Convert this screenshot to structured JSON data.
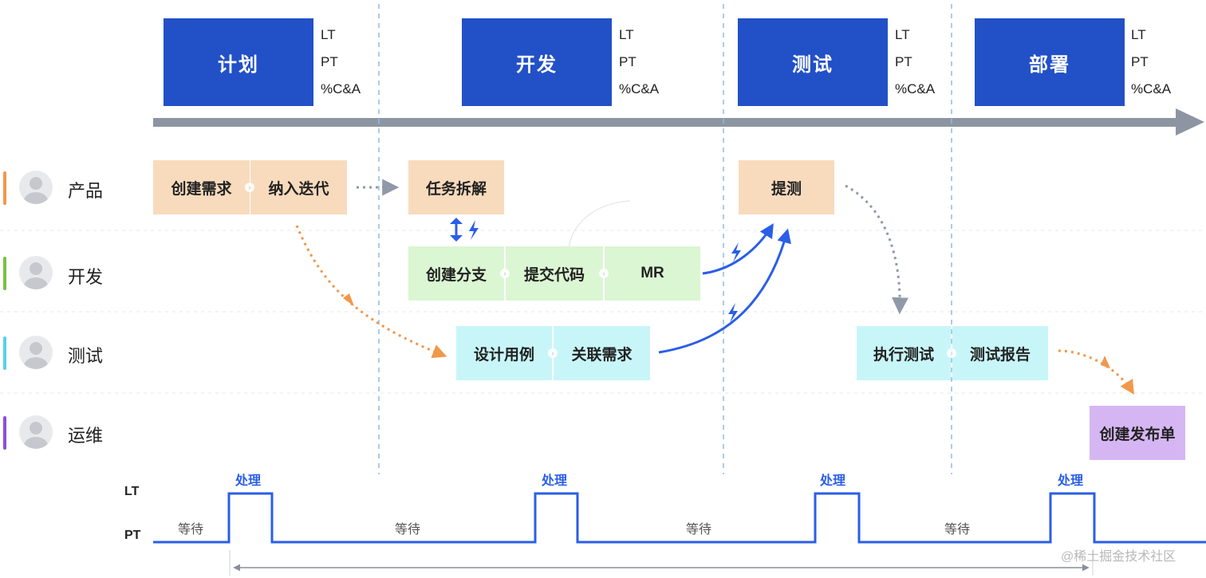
{
  "phases": [
    {
      "label": "计划",
      "metrics": [
        "LT",
        "PT",
        "%C&A"
      ]
    },
    {
      "label": "开发",
      "metrics": [
        "LT",
        "PT",
        "%C&A"
      ]
    },
    {
      "label": "测试",
      "metrics": [
        "LT",
        "PT",
        "%C&A"
      ]
    },
    {
      "label": "部署",
      "metrics": [
        "LT",
        "PT",
        "%C&A"
      ]
    }
  ],
  "roles": [
    {
      "label": "产品",
      "color": "#f0984a"
    },
    {
      "label": "开发",
      "color": "#7ac143"
    },
    {
      "label": "测试",
      "color": "#5bd0e6"
    },
    {
      "label": "运维",
      "color": "#8a4fe0"
    }
  ],
  "tasks": {
    "product": [
      "创建需求",
      "纳入迭代",
      "任务拆解",
      "提测"
    ],
    "dev": [
      "创建分支",
      "提交代码",
      "MR"
    ],
    "test": [
      "设计用例",
      "关联需求",
      "执行测试",
      "测试报告"
    ],
    "ops": [
      "创建发布单"
    ]
  },
  "timeline": {
    "lt_label": "LT",
    "pt_label": "PT",
    "wait_label": "等待",
    "process_label": "处理"
  },
  "colors": {
    "phase_blue": "#2250c7",
    "arrow_blue": "#2a5ee8",
    "arrow_orange": "#f0984a",
    "arrow_gray": "#9099a8"
  },
  "watermark": "@稀土掘金技术社区"
}
